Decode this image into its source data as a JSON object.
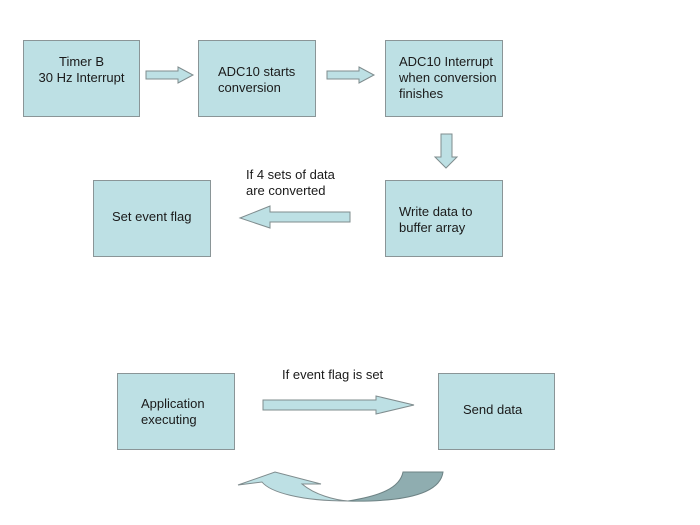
{
  "diagram": {
    "type": "flowchart",
    "colors": {
      "box_fill": "#bde0e4",
      "box_border": "#8a9597",
      "arrow_fill": "#bde0e4",
      "arrow_shadow": "#8fadb0"
    },
    "nodes": [
      {
        "id": "timer-b",
        "text": "Timer B\n30 Hz Interrupt"
      },
      {
        "id": "adc-start",
        "text": "ADC10 starts\nconversion"
      },
      {
        "id": "adc-interrupt",
        "text": "ADC10 Interrupt\nwhen conversion\nfinishes"
      },
      {
        "id": "write-buffer",
        "text": "Write data to\nbuffer array"
      },
      {
        "id": "set-flag",
        "text": "Set event flag"
      },
      {
        "id": "app-exec",
        "text": "Application\nexecuting"
      },
      {
        "id": "send-data",
        "text": "Send data"
      }
    ],
    "edges": [
      {
        "from": "timer-b",
        "to": "adc-start",
        "label": ""
      },
      {
        "from": "adc-start",
        "to": "adc-interrupt",
        "label": ""
      },
      {
        "from": "adc-interrupt",
        "to": "write-buffer",
        "label": ""
      },
      {
        "from": "write-buffer",
        "to": "set-flag",
        "label": "If 4 sets of data\nare converted"
      },
      {
        "from": "app-exec",
        "to": "send-data",
        "label": "If event flag is set"
      },
      {
        "from": "send-data",
        "to": "app-exec",
        "label": ""
      }
    ]
  }
}
